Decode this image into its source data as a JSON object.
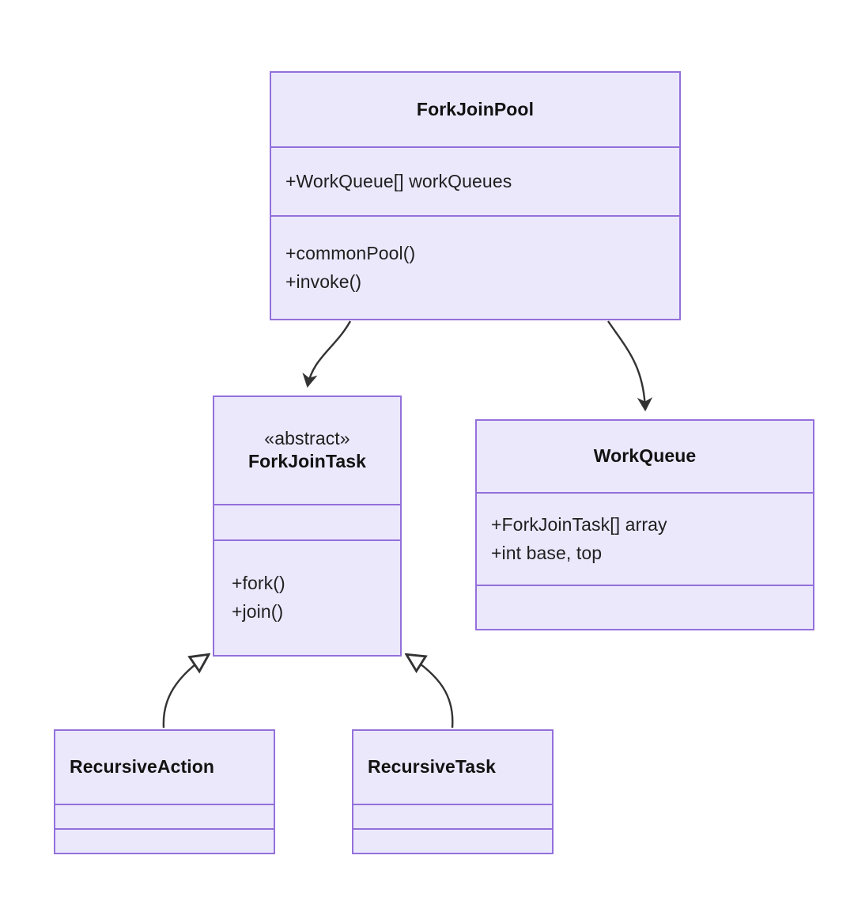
{
  "diagram": {
    "kind": "uml-class-diagram",
    "title": "ForkJoinPool",
    "colors": {
      "node_fill": "#ebe8fc",
      "node_border": "#9370db",
      "edge_stroke": "#333333",
      "text": "#1f1f1f",
      "background": "#ffffff"
    }
  },
  "classes": {
    "forkjoinpool": {
      "name": "ForkJoinPool",
      "stereotype": "",
      "attributes": [
        "+WorkQueue[] workQueues"
      ],
      "operations": [
        "+commonPool()",
        "+invoke()"
      ]
    },
    "forkjointask": {
      "name": "ForkJoinTask",
      "stereotype": "«abstract»",
      "attributes": [],
      "operations": [
        "+fork()",
        "+join()"
      ]
    },
    "workqueue": {
      "name": "WorkQueue",
      "stereotype": "",
      "attributes": [
        "+ForkJoinTask[] array",
        "+int base, top"
      ],
      "operations": []
    },
    "recursiveaction": {
      "name": "RecursiveAction",
      "stereotype": "",
      "attributes": [],
      "operations": []
    },
    "recursivetask": {
      "name": "RecursiveTask",
      "stereotype": "",
      "attributes": [],
      "operations": []
    }
  },
  "edges": [
    {
      "id": "pool-to-task",
      "from": "ForkJoinPool",
      "to": "ForkJoinTask",
      "type": "association",
      "arrowhead": "filled-open-arrow",
      "label": ""
    },
    {
      "id": "pool-to-queue",
      "from": "ForkJoinPool",
      "to": "WorkQueue",
      "type": "association",
      "arrowhead": "filled-open-arrow",
      "label": ""
    },
    {
      "id": "action-to-task",
      "from": "RecursiveAction",
      "to": "ForkJoinTask",
      "type": "generalization",
      "arrowhead": "hollow-triangle",
      "label": ""
    },
    {
      "id": "task-to-task",
      "from": "RecursiveTask",
      "to": "ForkJoinTask",
      "type": "generalization",
      "arrowhead": "hollow-triangle",
      "label": ""
    }
  ]
}
